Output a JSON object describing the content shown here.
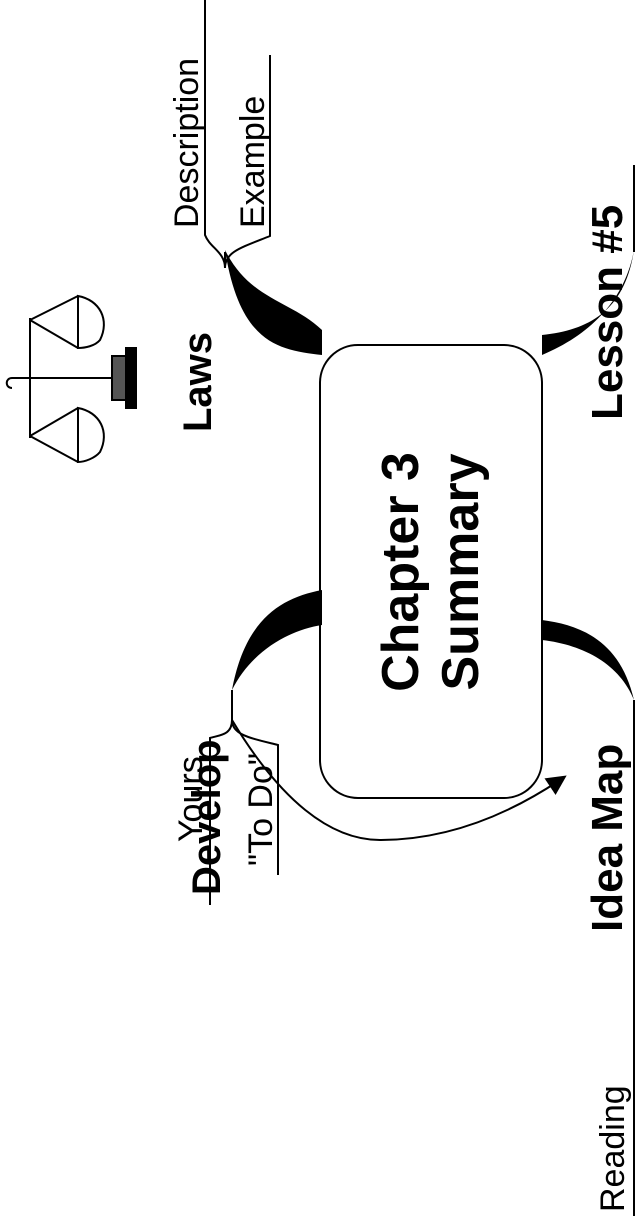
{
  "center": {
    "line1": "Chapter 3",
    "line2": "Summary"
  },
  "branches": {
    "laws": "Laws",
    "develop": "Develop",
    "lesson": "Lesson #5",
    "idea_map": "Idea Map"
  },
  "sub_branches": {
    "description": "Description",
    "example": "Example",
    "yours": "Yours",
    "to_do": "\"To Do\"",
    "reading": "Reading"
  },
  "icons": {
    "scales": "scales-of-justice-icon",
    "arrow": "arrow-icon"
  }
}
